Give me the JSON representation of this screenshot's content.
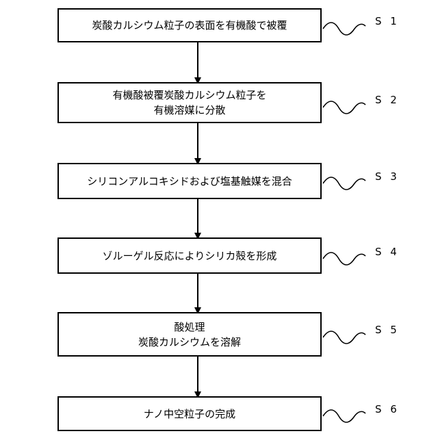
{
  "steps": [
    {
      "id": "S1",
      "label": "S 1",
      "lines": [
        "炭酸カルシウム粒子の表面を有機酸で被覆"
      ]
    },
    {
      "id": "S2",
      "label": "S 2",
      "lines": [
        "有機酸被覆炭酸カルシウム粒子を",
        "有機溶媒に分散"
      ]
    },
    {
      "id": "S3",
      "label": "S 3",
      "lines": [
        "シリコンアルコキシドおよび塩基触媒を混合"
      ]
    },
    {
      "id": "S4",
      "label": "S 4",
      "lines": [
        "ゾルーゲル反応によりシリカ殻を形成"
      ]
    },
    {
      "id": "S5",
      "label": "S 5",
      "lines": [
        "酸処理",
        "炭酸カルシウムを溶解"
      ]
    },
    {
      "id": "S6",
      "label": "S 6",
      "lines": [
        "ナノ中空粒子の完成"
      ]
    }
  ],
  "colors": {
    "line": "#000000",
    "box_fill": "#ffffff",
    "background": "#ffffff"
  }
}
